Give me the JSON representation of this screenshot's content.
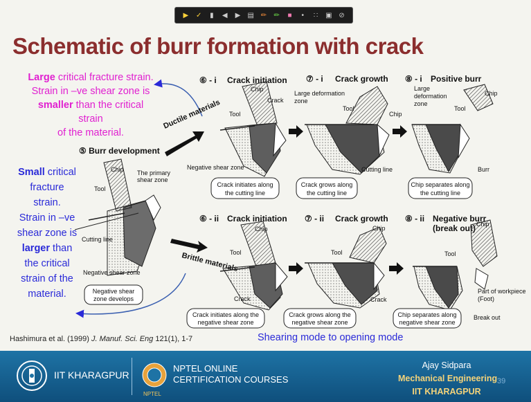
{
  "toolbar": {
    "icons": [
      "arrow-icon",
      "pen-icon",
      "highlighter-icon",
      "arrow-left-icon",
      "arrow-right-icon",
      "page-icon",
      "pencil-icon",
      "marker-icon",
      "eraser-icon",
      "dot-icon",
      "laser-icon",
      "screen-icon",
      "clear-icon"
    ]
  },
  "slide": {
    "title": "Schematic of burr formation with crack",
    "pink_note": {
      "large": "Large",
      "line1_rest": " critical fracture strain.",
      "line2": "Strain in –ve shear zone is",
      "smaller": "smaller",
      "line3_rest": " than the critical strain",
      "line4": "of the material."
    },
    "blue_note": {
      "small": "Small",
      "line1_rest": " critical",
      "line2": "fracture",
      "line3": "strain.",
      "line4": "Strain in –ve",
      "line5": "shear zone is",
      "larger": "larger",
      "line6_rest": " than",
      "line7": "the critical",
      "line8": "strain of the",
      "line9": "material."
    },
    "citation": {
      "authors": "Hashimura et al. (1999) ",
      "journal": "J. Manuf. Sci. Eng",
      "rest": " 121(1), 1-7"
    },
    "shear_note": "Shearing mode to opening mode"
  },
  "figure": {
    "burr_dev": {
      "step": "⑤",
      "title": "Burr development",
      "chip": "Chip",
      "tool": "Tool",
      "primary": "The primary",
      "primary2": "shear zone",
      "cutting_line": "Cutting line",
      "neg_shear": "Negative shear zone",
      "box1": "Negative shear",
      "box2": "zone develops"
    },
    "ductile": "Ductile materials",
    "brittle": "Brittle materials",
    "d1": {
      "step": "⑥ - i",
      "title": "Crack initiation",
      "chip": "Chip",
      "crack": "Crack",
      "tool": "Tool",
      "neg_shear": "Negative shear zone",
      "box1": "Crack initiates along",
      "box2": "the cutting line"
    },
    "d2": {
      "step": "⑦ - i",
      "title": "Crack growth",
      "large_def": "Large deformation",
      "zone": "zone",
      "tool": "Tool",
      "chip": "Chip",
      "cutting_line": "Cutting line",
      "box1": "Crack grows along",
      "box2": "the cutting line"
    },
    "d3": {
      "step": "⑧ - i",
      "title": "Positive burr",
      "large": "Large",
      "deformation": "deformation",
      "zone": "zone",
      "tool": "Tool",
      "chip": "Chip",
      "burr": "Burr",
      "box1": "Chip separates along",
      "box2": "the cutting line"
    },
    "b1": {
      "step": "⑥ - ii",
      "title": "Crack initiation",
      "chip": "Chip",
      "tool": "Tool",
      "crack": "Crack",
      "box1": "Crack initiates along the",
      "box2": "negative shear zone"
    },
    "b2": {
      "step": "⑦ - ii",
      "title": "Crack growth",
      "chip": "Chip",
      "tool": "Tool",
      "crack": "Crack",
      "box1": "Crack grows along the",
      "box2": "negative shear zone"
    },
    "b3": {
      "step": "⑧ - ii",
      "title": "Negative burr",
      "title2": "(break out)",
      "chip": "Chip",
      "tool": "Tool",
      "part": "Part of workpiece",
      "foot": "(Foot)",
      "break_out": "Break out",
      "box1": "Chip separates along",
      "box2": "negative shear zone"
    }
  },
  "footer": {
    "left": "IIT KHARAGPUR",
    "nptel1": "NPTEL ONLINE",
    "nptel2": "CERTIFICATION COURSES",
    "nptel_small": "NPTEL",
    "name": "Ajay Sidpara",
    "dept": "Mechanical Engineering",
    "inst": "IIT KHARAGPUR",
    "page": "39"
  },
  "colors": {
    "title": "#8b2e2e",
    "pink": "#e020d0",
    "blue": "#2a2ad8",
    "footer": "#1e73a5"
  }
}
